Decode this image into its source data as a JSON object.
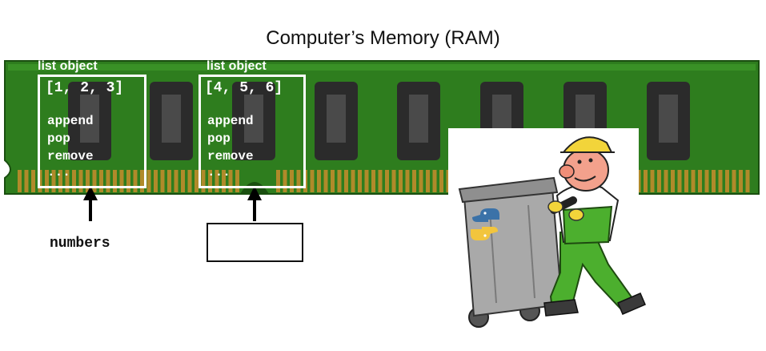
{
  "title": "Computer’s Memory (RAM)",
  "colors": {
    "ram_board": "#2e7d1e",
    "ram_edge": "#1a4f10",
    "chip": "#2b2b2b",
    "pins": "#b08a2a",
    "object_outline": "#ffffff",
    "worker_overalls": "#4caf2e",
    "bin": "#a9a9a9"
  },
  "list_objects": [
    {
      "label": "list object",
      "values": "[1, 2, 3]",
      "methods": [
        "append",
        "pop",
        "remove",
        "..."
      ]
    },
    {
      "label": "list object",
      "values": "[4, 5, 6]",
      "methods": [
        "append",
        "pop",
        "remove",
        "..."
      ]
    }
  ],
  "variables": [
    {
      "name": "numbers",
      "points_to": 0
    },
    {
      "name": "",
      "points_to": 1
    }
  ],
  "illustration": {
    "subject": "garbage-collector-worker-with-python-bin",
    "icon": "python-logo-icon"
  }
}
